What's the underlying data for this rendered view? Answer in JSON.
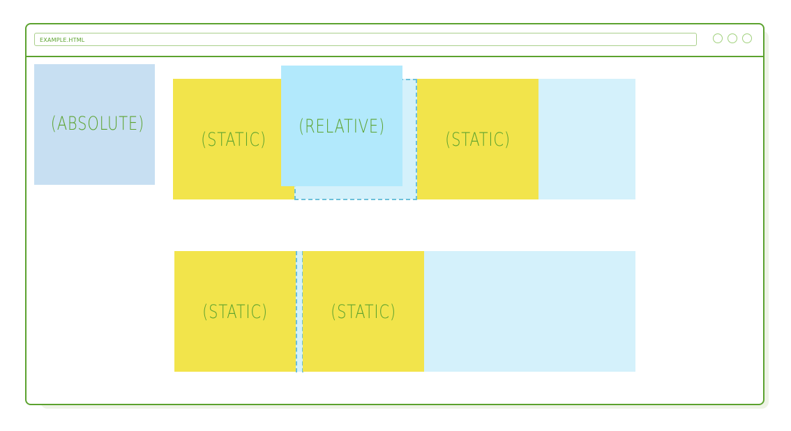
{
  "window": {
    "address": "EXAMPLE.HTML",
    "controls": [
      "circle",
      "circle",
      "circle"
    ]
  },
  "boxes": {
    "absolute": "(ABSOLUTE)",
    "row1": {
      "static_1": "(STATIC)",
      "relative": "(RELATIVE)",
      "static_2": "(STATIC)"
    },
    "row2": {
      "static_1": "(STATIC)",
      "static_2": "(STATIC)"
    }
  },
  "colors": {
    "frame": "#5ba22e",
    "label": "#5ba22e",
    "static": "#f2e44b",
    "relative": "#b2e9fc",
    "absolute": "#c7dff2",
    "container": "#d4f1fb",
    "placeholder_dash": "#6bbfd9"
  }
}
